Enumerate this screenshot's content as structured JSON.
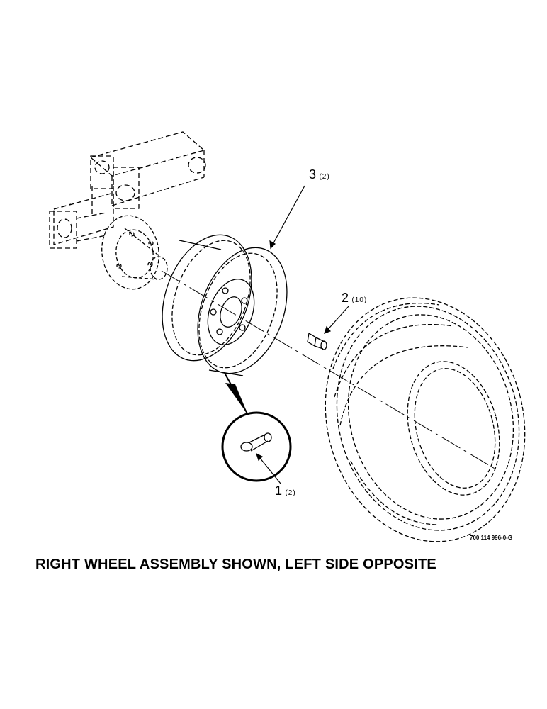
{
  "callouts": [
    {
      "number": "3",
      "quantity": "(2)"
    },
    {
      "number": "2",
      "quantity": "(10)"
    },
    {
      "number": "1",
      "quantity": "(2)"
    }
  ],
  "drawing_number": "700 114 996-0-G",
  "caption": "RIGHT WHEEL ASSEMBLY SHOWN, LEFT SIDE OPPOSITE"
}
